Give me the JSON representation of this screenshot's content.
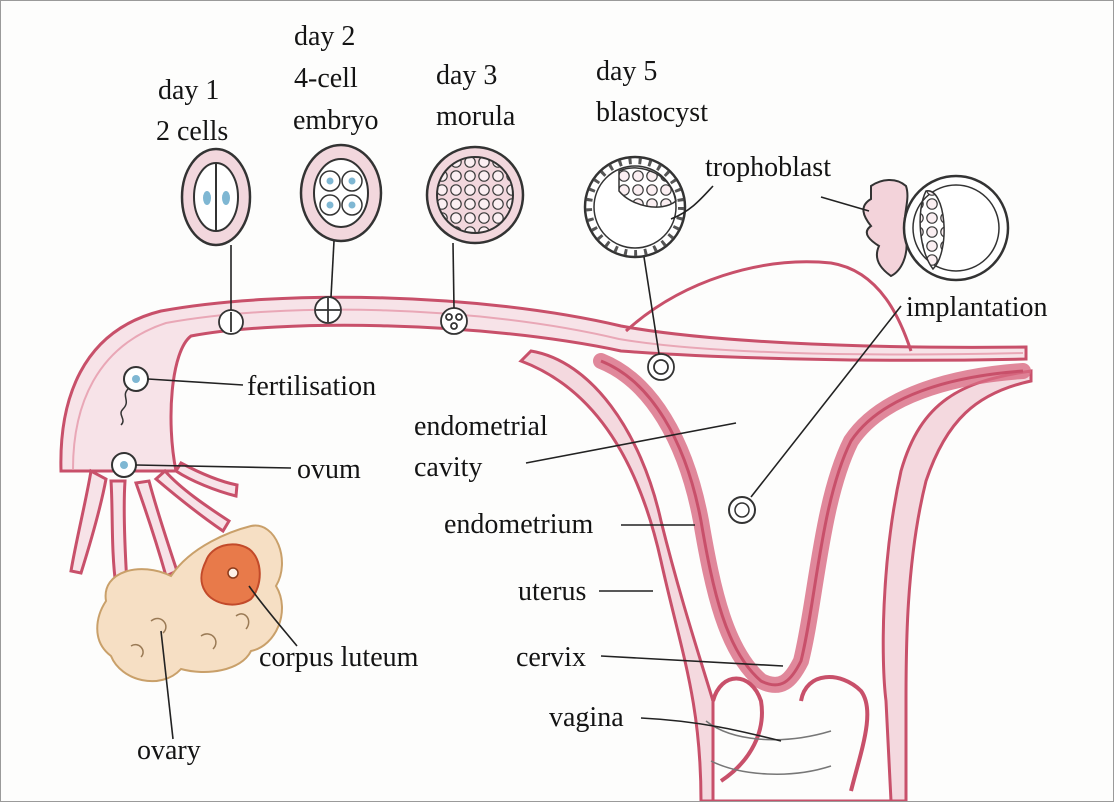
{
  "colors": {
    "tissue_pink": "#c8506a",
    "tissue_light": "#f3d3da",
    "ovary_fill": "#f6dfc4",
    "corpus_luteum": "#e87a4a",
    "nucleus_blue": "#7fb7d3",
    "ink": "#141414"
  },
  "stages": {
    "day1": {
      "line1": "day 1",
      "line2": "2 cells"
    },
    "day2": {
      "line1": "day 2",
      "line2": "4-cell",
      "line3": "embryo"
    },
    "day3": {
      "line1": "day 3",
      "line2": "morula"
    },
    "day5": {
      "line1": "day 5",
      "line2": "blastocyst"
    }
  },
  "labels": {
    "trophoblast": "trophoblast",
    "implantation": "implantation",
    "fertilisation": "fertilisation",
    "endometrial_cavity_line1": "endometrial",
    "endometrial_cavity_line2": "cavity",
    "ovum": "ovum",
    "endometrium": "endometrium",
    "uterus": "uterus",
    "corpus_luteum": "corpus luteum",
    "cervix": "cervix",
    "vagina": "vagina",
    "ovary": "ovary"
  }
}
